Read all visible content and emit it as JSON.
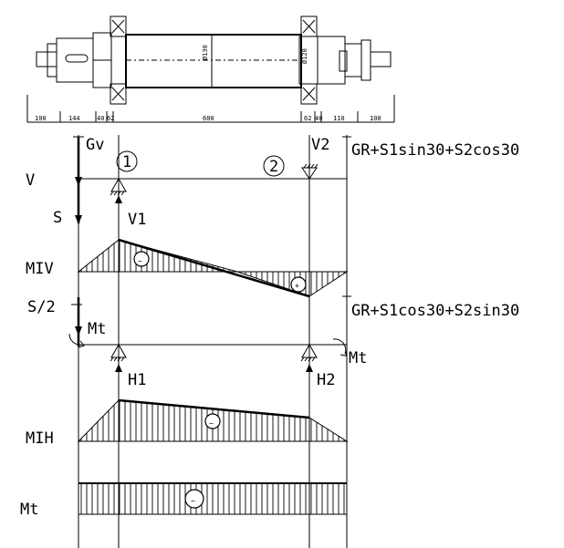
{
  "shaft": {
    "bore_large": "Ø130",
    "bore_small": "Ø120",
    "segments": [
      "100",
      "144",
      "40",
      "62",
      "600",
      "62",
      "40",
      "110",
      "100"
    ]
  },
  "labels": {
    "gv": "Gv",
    "support_1": "1",
    "support_2": "2",
    "v2": "V2",
    "gr_vertical": "GR+S1sin30+S2cos30",
    "v": "V",
    "s": "S",
    "v1": "V1",
    "miv": "MIV",
    "minus_v": "−",
    "plus_v": "+",
    "s_half": "S/2",
    "mt_left": "Mt",
    "gr_horizontal": "GR+S1cos30+S2sin30",
    "mt_right": "Mt",
    "h1": "H1",
    "h2": "H2",
    "mih": "MIH",
    "minus_h": "−",
    "mt_diagram": "Mt",
    "minus_t": "−"
  }
}
